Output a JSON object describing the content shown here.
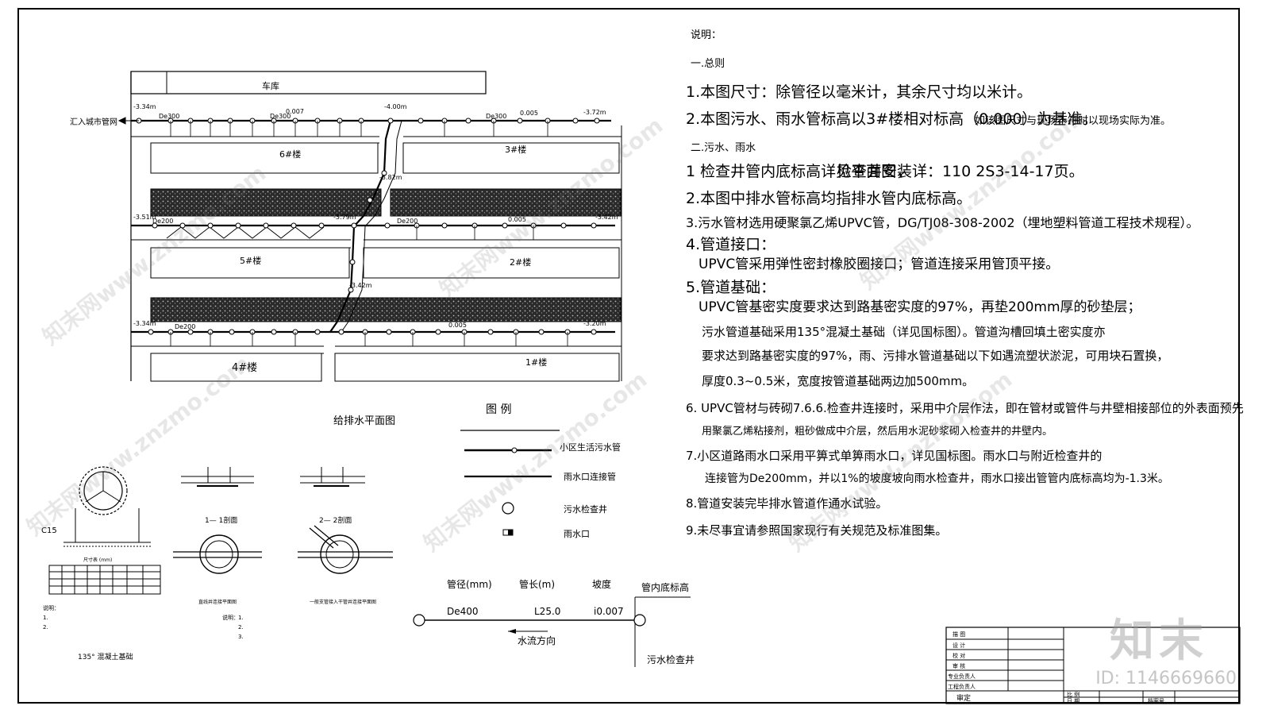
{
  "plan": {
    "title": "给排水平面图",
    "garage": "车库",
    "city_pipe": "汇入城市管网",
    "buildings": [
      "6#楼",
      "3#楼",
      "5#楼",
      "2#楼",
      "4#楼",
      "1#楼"
    ],
    "levels": [
      "-3.34m",
      "-4.00m",
      "-3.72m",
      "-3.51m",
      "-3.79m",
      "-3.42m",
      "-3.34m",
      "-3.20m",
      "-3.42m",
      "-3.82m"
    ],
    "pipe_labels": [
      "De300",
      "De300",
      "De300",
      "De200",
      "De200",
      "De200"
    ],
    "slopes": [
      "0.007",
      "0.005",
      "0.005",
      "0.005"
    ]
  },
  "legend": {
    "title": "图  例",
    "items": [
      {
        "label": "小区生活污水管"
      },
      {
        "label": "雨水口连接管"
      },
      {
        "label": "污水检查井"
      },
      {
        "label": "雨水口"
      }
    ]
  },
  "annotation": {
    "h_pipe_dia": "管径(mm)",
    "h_pipe_len": "管长(m)",
    "h_slope": "坡度",
    "h_invert": "管内底标高",
    "v_dia": "De400",
    "v_len": "L25.0",
    "v_slope": "i0.007",
    "flow": "水流方向",
    "manhole": "污水检查井"
  },
  "details": {
    "c15": "C15",
    "base_caption": "135° 混凝土基础",
    "sec1": "1— 1剖面",
    "sec2": "2— 2剖面",
    "plan1": "直线井连接平面图",
    "plan2": "一般支管接入干管井连接平面图",
    "table_title": "尺寸表 (mm)",
    "notes_left": [
      "说明：",
      "1.",
      "2."
    ],
    "notes_mid": [
      "说明：",
      "1.",
      "2.",
      "3."
    ]
  },
  "notes": {
    "heading": "说明：",
    "s1": "一.总则",
    "n1": "1.本图尺寸：除管径以毫米计，其余尺寸均以米计。",
    "n2": "2.本图污水、雨水管标高以3#楼相对标高（0.000）为基准。",
    "n2b": "如该图尺寸与现场不符时以现场实际为准。",
    "s2": "二.污水、雨水",
    "m1": "1  检查井管内底标高详见平面图，",
    "m1b": "检查井安装详：110 2S3-14-17页。",
    "m2": "2.本图中排水管标高均指排水管内底标高。",
    "m3": "3.污水管材选用硬聚氯乙烯UPVC管，DG/TJ08-308-2002（埋地塑料管道工程技术规程）。",
    "m4": "4.管道接口：",
    "m4b": "UPVC管采用弹性密封橡胶圈接口；管道连接采用管顶平接。",
    "m5": "5.管道基础：",
    "m5b": "UPVC管基密实度要求达到路基密实度的97%，再垫200mm厚的砂垫层；",
    "m5c": "污水管道基础采用135°混凝土基础（详见国标图）。管道沟槽回填土密实度亦",
    "m5d": "要求达到路基密实度的97%，雨、污排水管道基础以下如遇流塑状淤泥，可用块石置换，",
    "m5e": "厚度0.3~0.5米，宽度按管道基础两边加500mm。",
    "m6": "6.  UPVC管材与砖砌7.6.6.检查井连接时，采用中介层作法，即在管材或管件与井壁相接部位的外表面预先",
    "m6b": "用聚氯乙烯粘接剂，粗砂做成中介层，然后用水泥砂浆砌入检查井的井壁内。",
    "m7": "7.小区道路雨水口采用平箅式单箅雨水口，详见国标图。雨水口与附近检查井的",
    "m7b": "连接管为De200mm，并以1%的坡度坡向雨水检查井，雨水口接出管管内底标高均为-1.3米。",
    "m8": "8.管道安装完毕排水管道作通水试验。",
    "m9": "9.未尽事宜请参照国家现行有关规范及标准图集。"
  },
  "titleblock": {
    "rows": [
      "描  图",
      "设  计",
      "校  对",
      "审  核",
      "专业负责人",
      "工程负责人"
    ],
    "approve": "审定",
    "scale": "比  例",
    "date": "日  期",
    "archive": "档案号"
  },
  "brand": {
    "logo": "知末",
    "id": "ID: 1146669660",
    "watermark": "知末网www.znzmo.com"
  }
}
